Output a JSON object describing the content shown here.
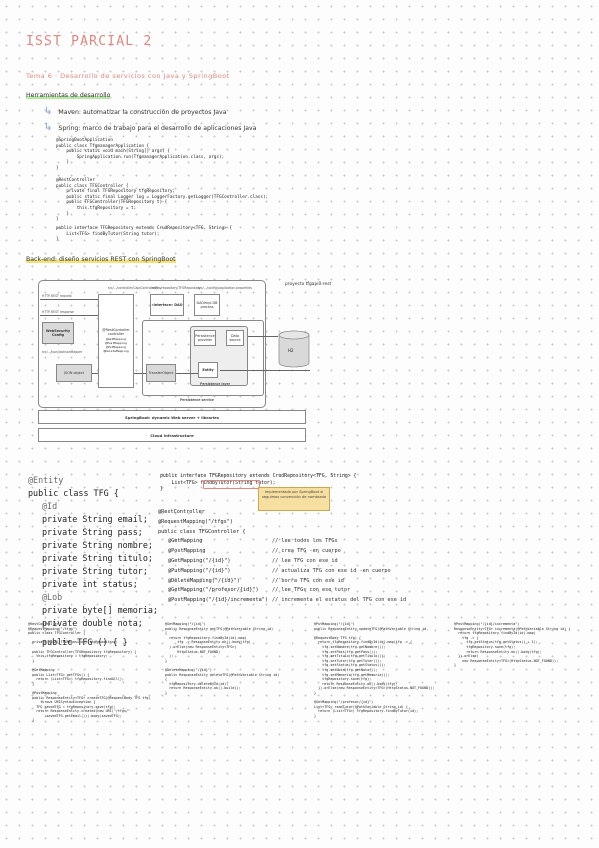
{
  "title": "ISST PARCIAL 2",
  "topic": "Tema 6 · Desarrollo de servicios con Java y SpringBoot",
  "tools_heading": "Herramientas de desarrollo",
  "tools": [
    "Maven: automatizar la construcción de proyectos Java",
    "Spring: marco de trabajo para el desarrollo de aplicaciones Java"
  ],
  "code_app": "@SpringBootApplication\npublic class TfgmanagerApplication {\n    public static void main(String[] args) {\n        SpringApplication.run(TfgmanagerApplication.class, args);\n    }\n}",
  "code_rest": "@RestController\npublic class TFGController {\n    private final TFGRepository tfgRepository;\n    public static final Logger log = LoggerFactory.getLogger(TFGController.class);\n    public TFGController(TFGRepository t) {\n        this.tfgRepository = t;\n    }\n}",
  "code_repo_small": "public interface TFGRepository extends CrudRepository<TFG, String> {\n    List<TFG> findByTutor(String tutor);\n}",
  "backend_heading": "Back-end: diseño servicios REST con SpringBoot",
  "diagram": {
    "project_label": "proyecto tfgapi0-rest",
    "http_request": "HTTP-REST request",
    "http_response": "HTTP-REST response",
    "web_security": "WebSecurity Config",
    "controller": "@RestController controller",
    "controller_methods": "@GetMapping\n@PostMapping\n@PutMapping\n@DeleteMapping",
    "dao_interface": "«interface» DAO",
    "daoimpl": "DAOImpl DB process",
    "persistence_provider": "Persistence provider",
    "data_source": "Data source",
    "db": "H2",
    "json_object": "JSON object",
    "transfer_object": "TransferObject",
    "entity": "Entity",
    "persistence_layer": "Persistence layer",
    "persistence_service": "Persistence service",
    "springboot": "SpringBoot: dynamic Web server + libraries",
    "infrastructure": "Cloud Infrastructure",
    "label_top1": "src/.../controller/CajaControllerRes",
    "label_top2": "src/.../repository/TFGRepository",
    "label_top3": "src/.../config/application.properties",
    "label_json": "src/.../json/JacksonMapper"
  },
  "entity_code": {
    "annotation_entity": "@Entity",
    "class_decl": "public class TFG {",
    "annotation_id": "@Id",
    "fields": [
      "private String email;",
      "private String pass;",
      "private String nombre;",
      "private String titulo;",
      "private String tutor;",
      "private int status;"
    ],
    "annotation_lob": "@Lob",
    "field_memoria": "private byte[] memoria;",
    "field_nota": "private double nota;",
    "constructor": "public TFG () { }"
  },
  "repo_code": "public interface TFGRepository extends CrudRepository<TFG, String> {\n    List<TFG> findByTutor(String tutor);\n}",
  "note": "Implementado por SpringBoot si seguimos convención de nombrado",
  "controller_code": {
    "lines": [
      "@RestController",
      "@RequestMapping(\"/tfgs\")",
      "public class TFGController {"
    ],
    "mappings": [
      {
        "ann": "@GetMapping",
        "comment": "// lee todos los TFGs"
      },
      {
        "ann": "@PostMapping",
        "comment": "// crea TFG -en cuerpo"
      },
      {
        "ann": "@GetMapping(\"/{id}\")",
        "comment": "// lee TFG con ese id"
      },
      {
        "ann": "@PutMapping(\"/{id}\")",
        "comment": "// actualiza TFG con ese id -en cuerpo"
      },
      {
        "ann": "@DeleteMapping(\"/{id}\")",
        "comment": "// borra TFG con ese id"
      },
      {
        "ann": "@GetMapping(\"/profesor/{id}\")",
        "comment": "// lee TFGs con ese tutor"
      },
      {
        "ann": "@PostMapping(\"/{id}/incrementa\")",
        "comment": "// incrementa el estatus del TFG con ese id"
      }
    ]
  },
  "bottom_code": [
    "@RestController\n@RequestMapping(\"/tfgs\")\npublic class TFGController {\n\n  private final TFGRepository tfgRepository;\n\n  public TFGController(TFGRepository tfgRepository) {\n    this.tfgRepository = tfgRepository;\n  }\n\n  @GetMapping\n  public List<TFG> getTFGs() {\n    return (List<TFG>) tfgRepository.findAll();\n  }\n\n  @PostMapping\n  public ResponseEntity<TFG> createTFG(@RequestBody TFG tfg)\n      throws URISyntaxException {\n    TFG savedTFG = tfgRepository.save(tfg);\n    return ResponseEntity.created(new URI(\"/tfgs/\"\n        +savedTFG.getEmail())).body(savedTFG);\n  }",
    "@GetMapping(\"/{id}\")\npublic ResponseEntity getTFG(@PathVariable String id)\n{\n  return tfgRepository.findById(id).map(\n      tfg -> ResponseEntity.ok().body(tfg)\n  ).orElse(new ResponseEntity<TFG>(\n      HttpStatus.NOT_FOUND)\n  );\n}\n\n@DeleteMapping(\"/{id}\")\npublic ResponseEntity deleteTFG(@PathVariable String id)\n{\n  tfgRepository.deleteById(id);\n  return ResponseEntity.ok().build();\n}",
    "@PutMapping(\"/{id}\")\npublic ResponseEntity updateTFG(@PathVariable String id,\n\n@RequestBody TFG tfg) {\n  return tfgRepository.findById(id).map(tfg -> {\n    tfg.setNombre(tfg.getNombre());\n    tfg.setPass(tfg.getPass());\n    tfg.setTitulo(tfg.getTitulo());\n    tfg.setTutor(tfg.getTutor());\n    tfg.setStatus(tfg.getStatus());\n    tfg.setNota(tfg.getNota());\n    tfg.setMemoria(tfg.getMemoria());\n    tfgRepository.save(tfg);\n    return ResponseEntity.ok().body(tfg);\n  }).orElse(new ResponseEntity<TFG>(HttpStatus.NOT_FOUND));\n}\n\n@GetMapping(\"/profesor/{id}\")\nList<TFG> readTutor(@PathVariable String id) {\n  return (List<TFG>) tfgRepository.findByTutor(id);\n}",
    "@PostMapping(\"/{id}/incrementa\")\nResponseEntity<TFG> incrementa(@PathVariable String id) {\n  return tfgRepository.findById(id).map(\n    tfg -> {\n      tfg.setStatus(tfg.getStatus() + 1);\n      tfgRepository.save(tfg);\n      return ResponseEntity.ok().body(tfg);\n  }).orElse(\n    new ResponseEntity<TFG>(HttpStatus.NOT_FOUND));\n}"
  ]
}
